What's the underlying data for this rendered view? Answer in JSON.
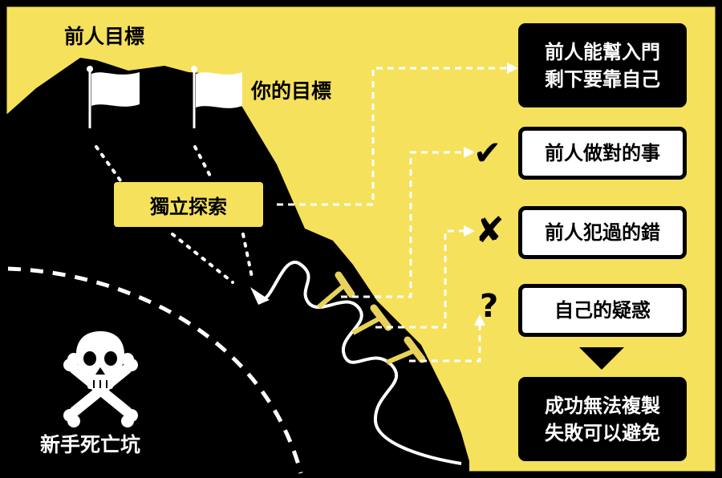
{
  "colors": {
    "yellow": "#f5e15c",
    "black": "#000000",
    "white": "#ffffff",
    "peg": "#e8d25a"
  },
  "labels": {
    "predecessor_goal": "前人目標",
    "your_goal": "你的目標",
    "independent_exploration": "獨立探索",
    "death_pit": "新手死亡坑"
  },
  "boxes": {
    "entry": {
      "line1": "前人能幫入門",
      "line2": "剩下要靠自己"
    },
    "did_right": "前人做對的事",
    "did_wrong": "前人犯過的錯",
    "own_doubts": "自己的疑惑",
    "result": {
      "line1": "成功無法複製",
      "line2": "失敗可以避免"
    }
  },
  "marks": {
    "check": "✔",
    "cross": "✘",
    "question": "?"
  },
  "icons": [
    "flag-icon",
    "skull-crossbones-icon",
    "checkmark-icon",
    "cross-icon",
    "question-icon",
    "down-arrow-icon"
  ]
}
